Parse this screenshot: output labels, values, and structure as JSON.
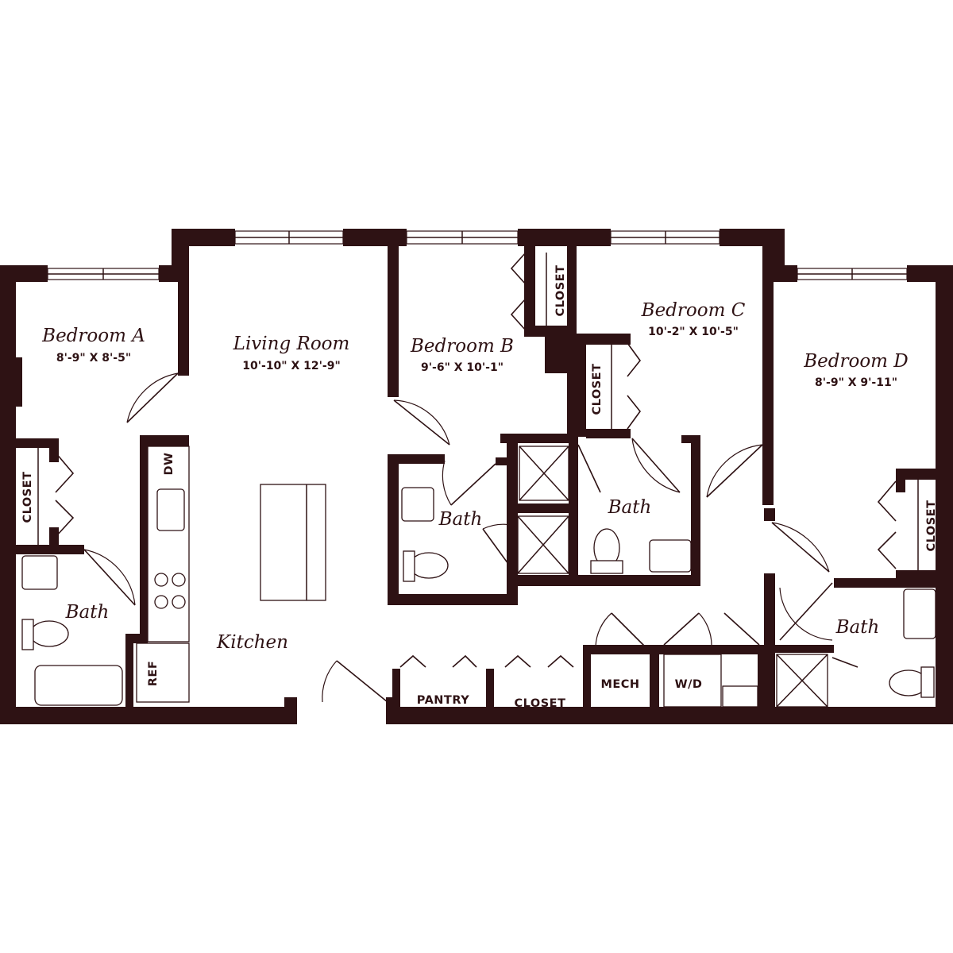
{
  "colors": {
    "wall": "#2e1214",
    "background": "#ffffff"
  },
  "rooms": {
    "bedroom_a": {
      "name": "Bedroom A",
      "dims": "8'-9\" X 8'-5\""
    },
    "living_room": {
      "name": "Living Room",
      "dims": "10'-10\" X 12'-9\""
    },
    "bedroom_b": {
      "name": "Bedroom B",
      "dims": "9'-6\" X 10'-1\""
    },
    "bedroom_c": {
      "name": "Bedroom C",
      "dims": "10'-2\" X 10'-5\""
    },
    "bedroom_d": {
      "name": "Bedroom D",
      "dims": "8'-9\" X 9'-11\""
    },
    "kitchen": {
      "name": "Kitchen"
    },
    "bath_a": {
      "name": "Bath"
    },
    "bath_b": {
      "name": "Bath"
    },
    "bath_c": {
      "name": "Bath"
    },
    "bath_d": {
      "name": "Bath"
    }
  },
  "labels": {
    "closet_a": "CLOSET",
    "closet_b": "CLOSET",
    "closet_c": "CLOSET",
    "closet_d": "CLOSET",
    "closet_hall": "CLOSET",
    "pantry": "PANTRY",
    "mech": "MECH",
    "wd": "W/D",
    "ref": "REF",
    "dw": "DW"
  }
}
